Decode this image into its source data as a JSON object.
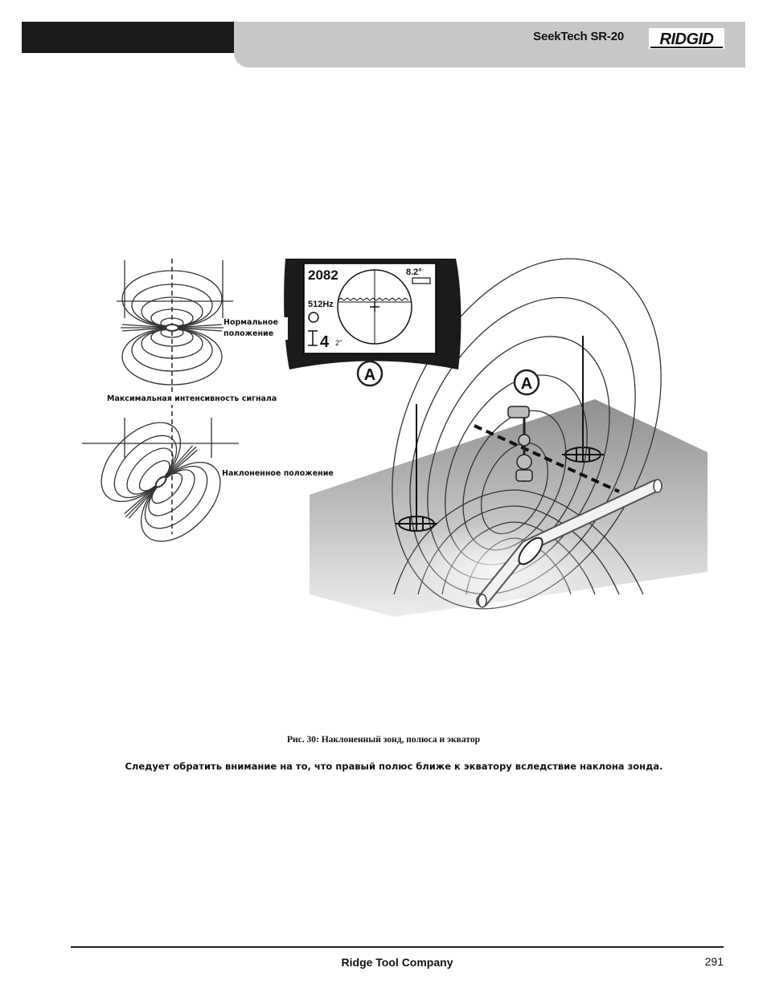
{
  "header": {
    "product": "SeekTech SR-20",
    "brand": "RIDGID"
  },
  "figure": {
    "labels": {
      "normal_line1": "Нормальное",
      "normal_line2": "положение",
      "max_signal": "Максимальная интенсивность сигнала",
      "tilted": "Наклоненное положение"
    },
    "display": {
      "signal": "2082",
      "angle": "8.2°",
      "frequency": "512Hz",
      "depth_ft": "4",
      "depth_in": "2\""
    },
    "marker_a": "A",
    "caption": "Рис. 30: Наклоненный зонд, полюса и экватор"
  },
  "note": "Следует обратить внимание на то, что правый полюс ближе к экватору вследствие наклона зонда.",
  "footer": {
    "company": "Ridge Tool Company",
    "page": "291"
  },
  "colors": {
    "header_dark": "#1b1b1b",
    "header_grey": "#c8c8c8",
    "field_plane": "#9a9a9a"
  }
}
